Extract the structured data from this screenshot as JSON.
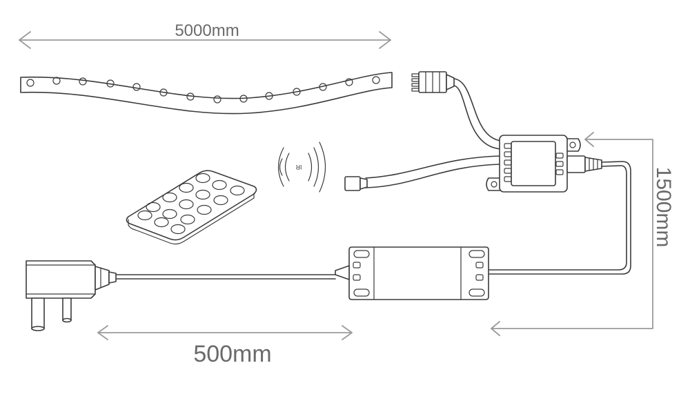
{
  "dimensions": {
    "strip_length": "5000mm",
    "cable_length_controller": "1500mm",
    "cable_length_plug": "500mm"
  },
  "remote": {
    "label": "IR"
  },
  "colors": {
    "line": "#3a3a3a",
    "dimension": "#9a9a9a",
    "dimension_text": "#6a6a6a"
  }
}
